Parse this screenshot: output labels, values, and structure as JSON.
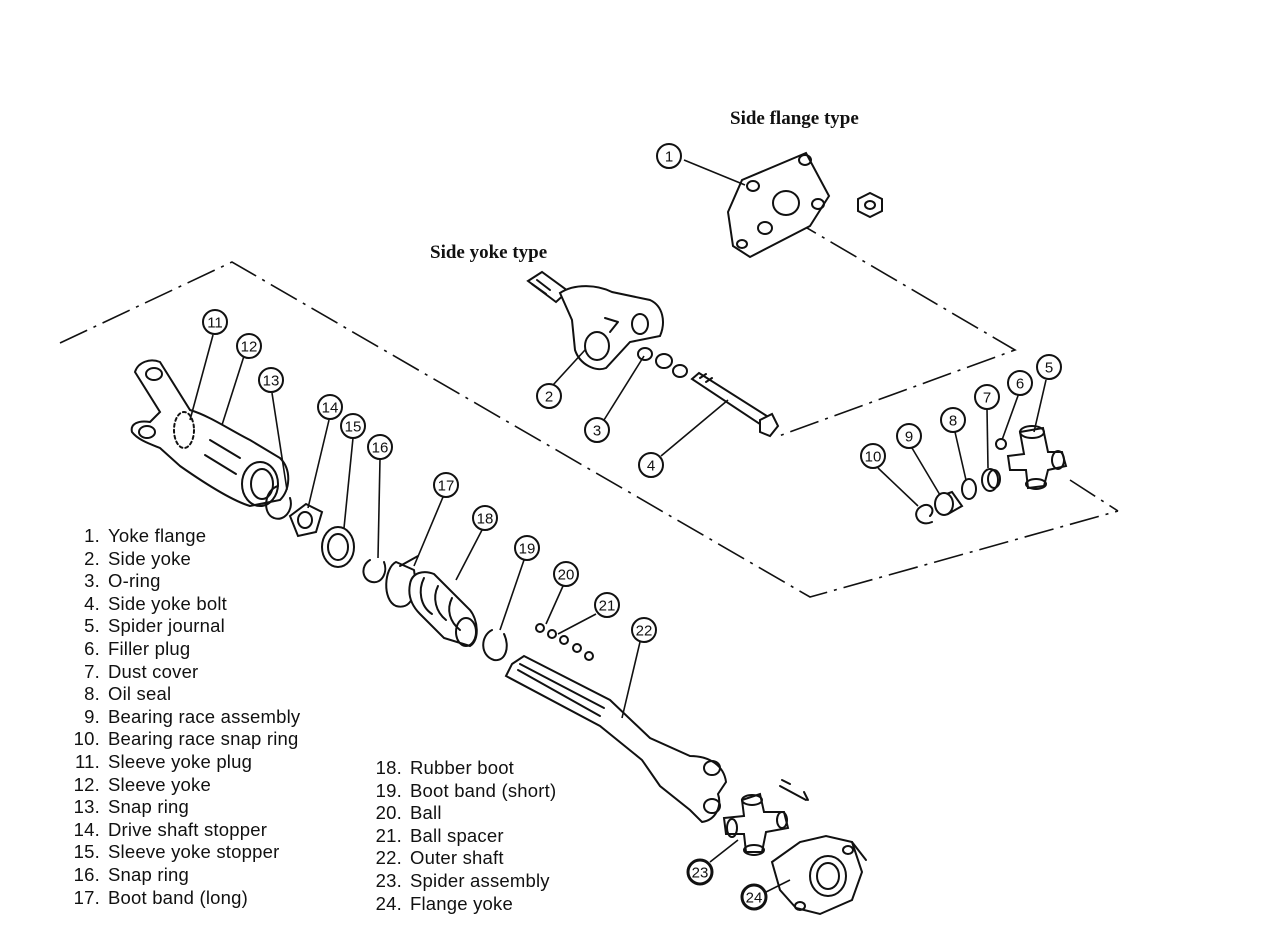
{
  "headings": {
    "side_flange": "Side flange type",
    "side_yoke": "Side yoke type"
  },
  "legend_left": [
    {
      "num": "1.",
      "label": "Yoke flange"
    },
    {
      "num": "2.",
      "label": "Side yoke"
    },
    {
      "num": "3.",
      "label": "O-ring"
    },
    {
      "num": "4.",
      "label": "Side yoke bolt"
    },
    {
      "num": "5.",
      "label": "Spider journal"
    },
    {
      "num": "6.",
      "label": "Filler plug"
    },
    {
      "num": "7.",
      "label": "Dust cover"
    },
    {
      "num": "8.",
      "label": "Oil seal"
    },
    {
      "num": "9.",
      "label": "Bearing race assembly"
    },
    {
      "num": "10.",
      "label": "Bearing race snap ring"
    },
    {
      "num": "11.",
      "label": "Sleeve yoke plug"
    },
    {
      "num": "12.",
      "label": "Sleeve yoke"
    },
    {
      "num": "13.",
      "label": "Snap ring"
    },
    {
      "num": "14.",
      "label": "Drive shaft stopper"
    },
    {
      "num": "15.",
      "label": "Sleeve yoke stopper"
    },
    {
      "num": "16.",
      "label": "Snap ring"
    },
    {
      "num": "17.",
      "label": "Boot band (long)"
    }
  ],
  "legend_right": [
    {
      "num": "18.",
      "label": "Rubber boot"
    },
    {
      "num": "19.",
      "label": "Boot band (short)"
    },
    {
      "num": "20.",
      "label": "Ball"
    },
    {
      "num": "21.",
      "label": "Ball spacer"
    },
    {
      "num": "22.",
      "label": "Outer shaft"
    },
    {
      "num": "23.",
      "label": "Spider assembly"
    },
    {
      "num": "24.",
      "label": "Flange yoke"
    }
  ],
  "callouts": [
    "1",
    "2",
    "3",
    "4",
    "5",
    "6",
    "7",
    "8",
    "9",
    "10",
    "11",
    "12",
    "13",
    "14",
    "15",
    "16",
    "17",
    "18",
    "19",
    "20",
    "21",
    "22",
    "23",
    "24"
  ]
}
